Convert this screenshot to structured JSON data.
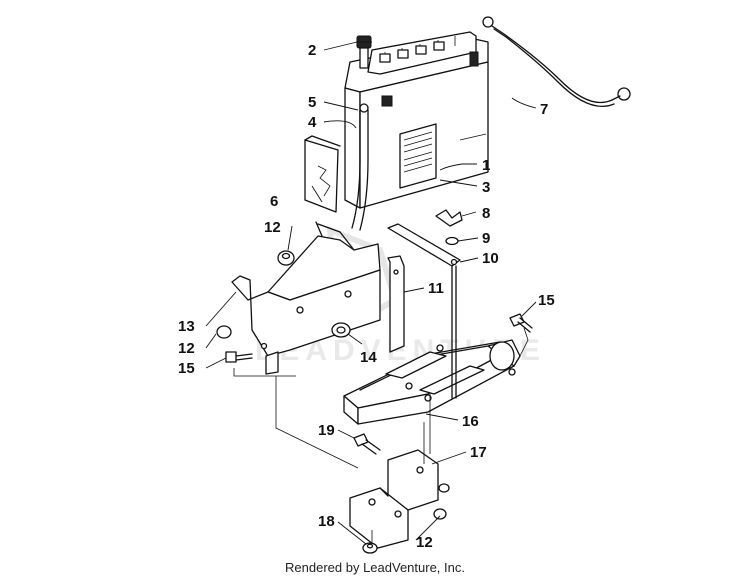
{
  "watermark": "LEADVENTURE",
  "footer": {
    "text": "Rendered by LeadVenture, Inc."
  },
  "callouts": {
    "c1": "1",
    "c2": "2",
    "c3": "3",
    "c4": "4",
    "c5": "5",
    "c6": "6",
    "c7": "7",
    "c8": "8",
    "c9": "9",
    "c10": "10",
    "c11": "11",
    "c12a": "12",
    "c12b": "12",
    "c12c": "12",
    "c13": "13",
    "c14": "14",
    "c15a": "15",
    "c15b": "15",
    "c16": "16",
    "c17": "17",
    "c18": "18",
    "c19": "19"
  }
}
